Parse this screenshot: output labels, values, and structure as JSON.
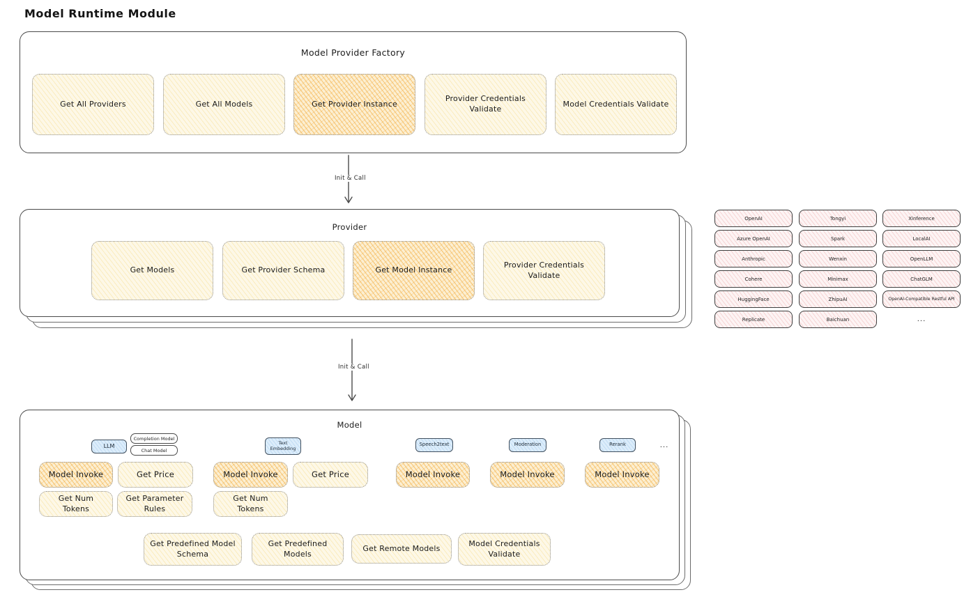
{
  "page": {
    "title": "Model Runtime Module"
  },
  "factory": {
    "title": "Model Provider Factory",
    "buttons": [
      {
        "label": "Get All Providers",
        "highlight": false
      },
      {
        "label": "Get All Models",
        "highlight": false
      },
      {
        "label": "Get Provider Instance",
        "highlight": true
      },
      {
        "label": "Provider Credentials Validate",
        "highlight": false
      },
      {
        "label": "Model Credentials Validate",
        "highlight": false
      }
    ]
  },
  "arrow1": {
    "label": "Init & Call"
  },
  "arrow2": {
    "label": "Init & Call"
  },
  "provider": {
    "title": "Provider",
    "buttons": [
      {
        "label": "Get Models",
        "highlight": false
      },
      {
        "label": "Get Provider Schema",
        "highlight": false
      },
      {
        "label": "Get Model Instance",
        "highlight": true
      },
      {
        "label": "Provider Credentials Validate",
        "highlight": false
      }
    ]
  },
  "providers_list": {
    "items": [
      "OpenAI",
      "Tongyi",
      "Xinference",
      "Azure OpenAI",
      "Spark",
      "LocalAI",
      "Anthropic",
      "Wenxin",
      "OpenLLM",
      "Cohere",
      "Minimax",
      "ChatGLM",
      "HuggingFace",
      "ZhipuAI",
      "OpenAI-Compatible Restful API",
      "Replicate",
      "Baichuan"
    ],
    "more": "..."
  },
  "model": {
    "title": "Model",
    "tags": {
      "llm": "LLM",
      "completion": "Completion Model",
      "chat": "Chat Model",
      "text_embedding": "Text Embedding",
      "speech2text": "Speech2text",
      "moderation": "Moderation",
      "rerank": "Rerank",
      "more": "..."
    },
    "llm_buttons": [
      {
        "label": "Model Invoke",
        "highlight": true
      },
      {
        "label": "Get Price",
        "highlight": false
      },
      {
        "label": "Get Num Tokens",
        "highlight": false
      },
      {
        "label": "Get Parameter Rules",
        "highlight": false
      }
    ],
    "embedding_buttons": [
      {
        "label": "Model Invoke",
        "highlight": true
      },
      {
        "label": "Get Price",
        "highlight": false
      },
      {
        "label": "Get Num Tokens",
        "highlight": false
      }
    ],
    "speech2text_buttons": [
      {
        "label": "Model Invoke",
        "highlight": true
      }
    ],
    "moderation_buttons": [
      {
        "label": "Model Invoke",
        "highlight": true
      }
    ],
    "rerank_buttons": [
      {
        "label": "Model Invoke",
        "highlight": true
      }
    ],
    "common_buttons": [
      {
        "label": "Get Predefined Model Schema"
      },
      {
        "label": "Get Predefined Models"
      },
      {
        "label": "Get Remote Models"
      },
      {
        "label": "Model Credentials Validate"
      }
    ]
  },
  "colors": {
    "highlight_fill": "#f1a42b",
    "cream_fill": "#fdf8e7",
    "pink_fill": "#fdf4f4",
    "blue_fill": "#dcedfb",
    "stroke": "#4a4a4a"
  }
}
